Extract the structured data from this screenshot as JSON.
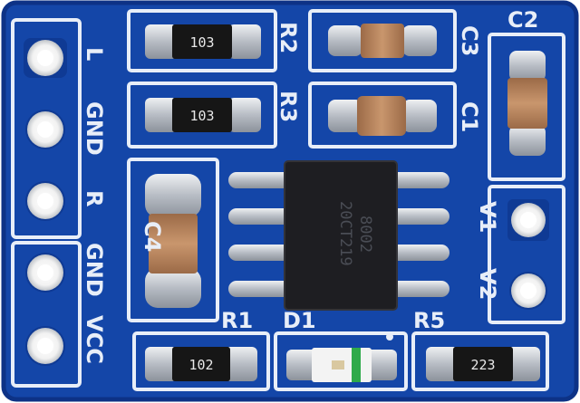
{
  "board": {
    "colors": {
      "pcb": "#1446a8",
      "pcb_dark": "#0d3286",
      "silkscreen": "#e8eef8",
      "pad": "#c8ccd2",
      "ic_body": "#1e1e22",
      "capacitor_body": "#b98660",
      "resistor_body": "#161616",
      "led_green": "#2faa4a"
    },
    "pins_left": [
      {
        "label": "L"
      },
      {
        "label": "GND"
      },
      {
        "label": "R"
      },
      {
        "label": "GND"
      },
      {
        "label": "VCC"
      }
    ],
    "pins_right": [
      {
        "label": "V1"
      },
      {
        "label": "V2"
      }
    ],
    "designators": {
      "r1": "R1",
      "r2": "R2",
      "r3": "R3",
      "r5": "R5",
      "c1": "C1",
      "c2": "C2",
      "c3": "C3",
      "c4": "C4",
      "d1": "D1"
    },
    "resistor_codes": {
      "r2": "103",
      "r3": "103",
      "r1": "102",
      "r5": "223"
    },
    "ic": {
      "line1": "8002",
      "line2": "20CT219"
    }
  }
}
